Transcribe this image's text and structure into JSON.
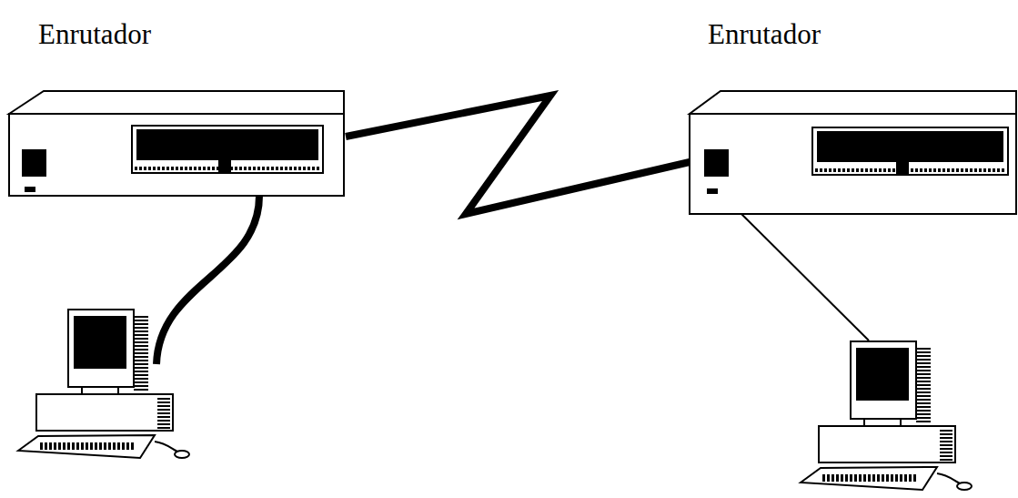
{
  "diagram": {
    "nodes": [
      {
        "text": [
          "Enrutador"
        ]
      },
      {
        "text": [
          "Enrutador"
        ]
      }
    ],
    "edges": [
      {
        "from": 0,
        "to": 1,
        "arrow": "none"
      }
    ]
  }
}
